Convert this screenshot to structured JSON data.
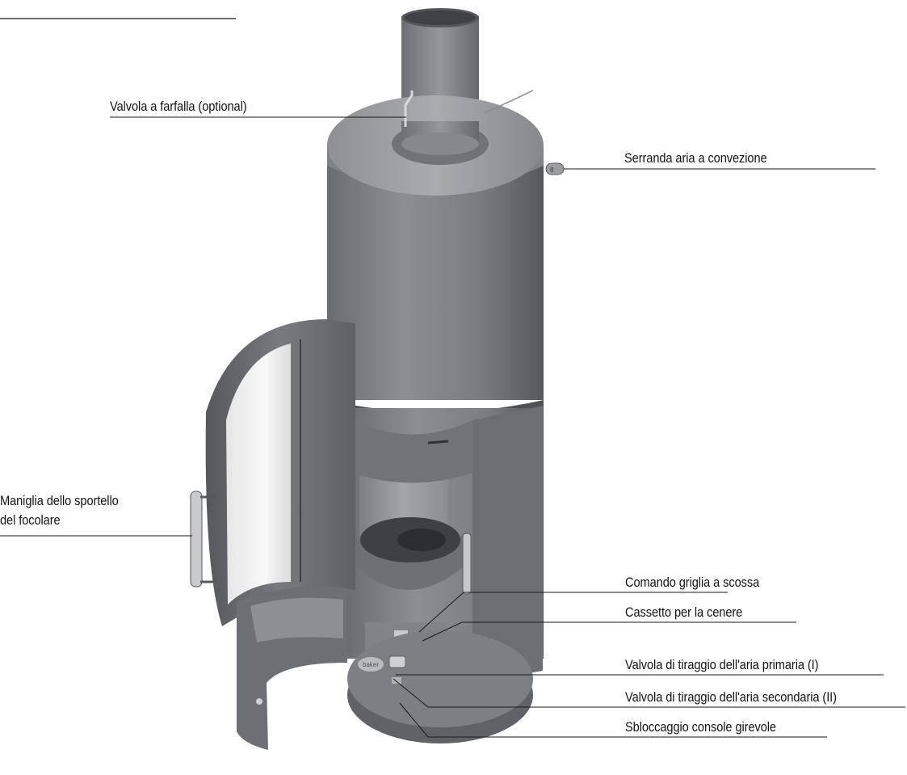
{
  "diagram": {
    "subject": "stove-cutaway",
    "labels": {
      "butterfly_valve": "Valvola a farfalla (optional)",
      "convection_damper": "Serranda aria a convezione",
      "door_handle_line1": "Maniglia dello sportello",
      "door_handle_line2": "del focolare",
      "shaker_grate_control": "Comando griglia a scossa",
      "ash_drawer": "Cassetto per la cenere",
      "primary_air_valve": "Valvola di tiraggio dell'aria primaria (I)",
      "secondary_air_valve": "Valvola di tiraggio dell'aria secondaria (II)",
      "swivel_release": "Sbloccaggio console girevole"
    },
    "base_badge_text": "baker",
    "damper_knob_text": "II"
  }
}
